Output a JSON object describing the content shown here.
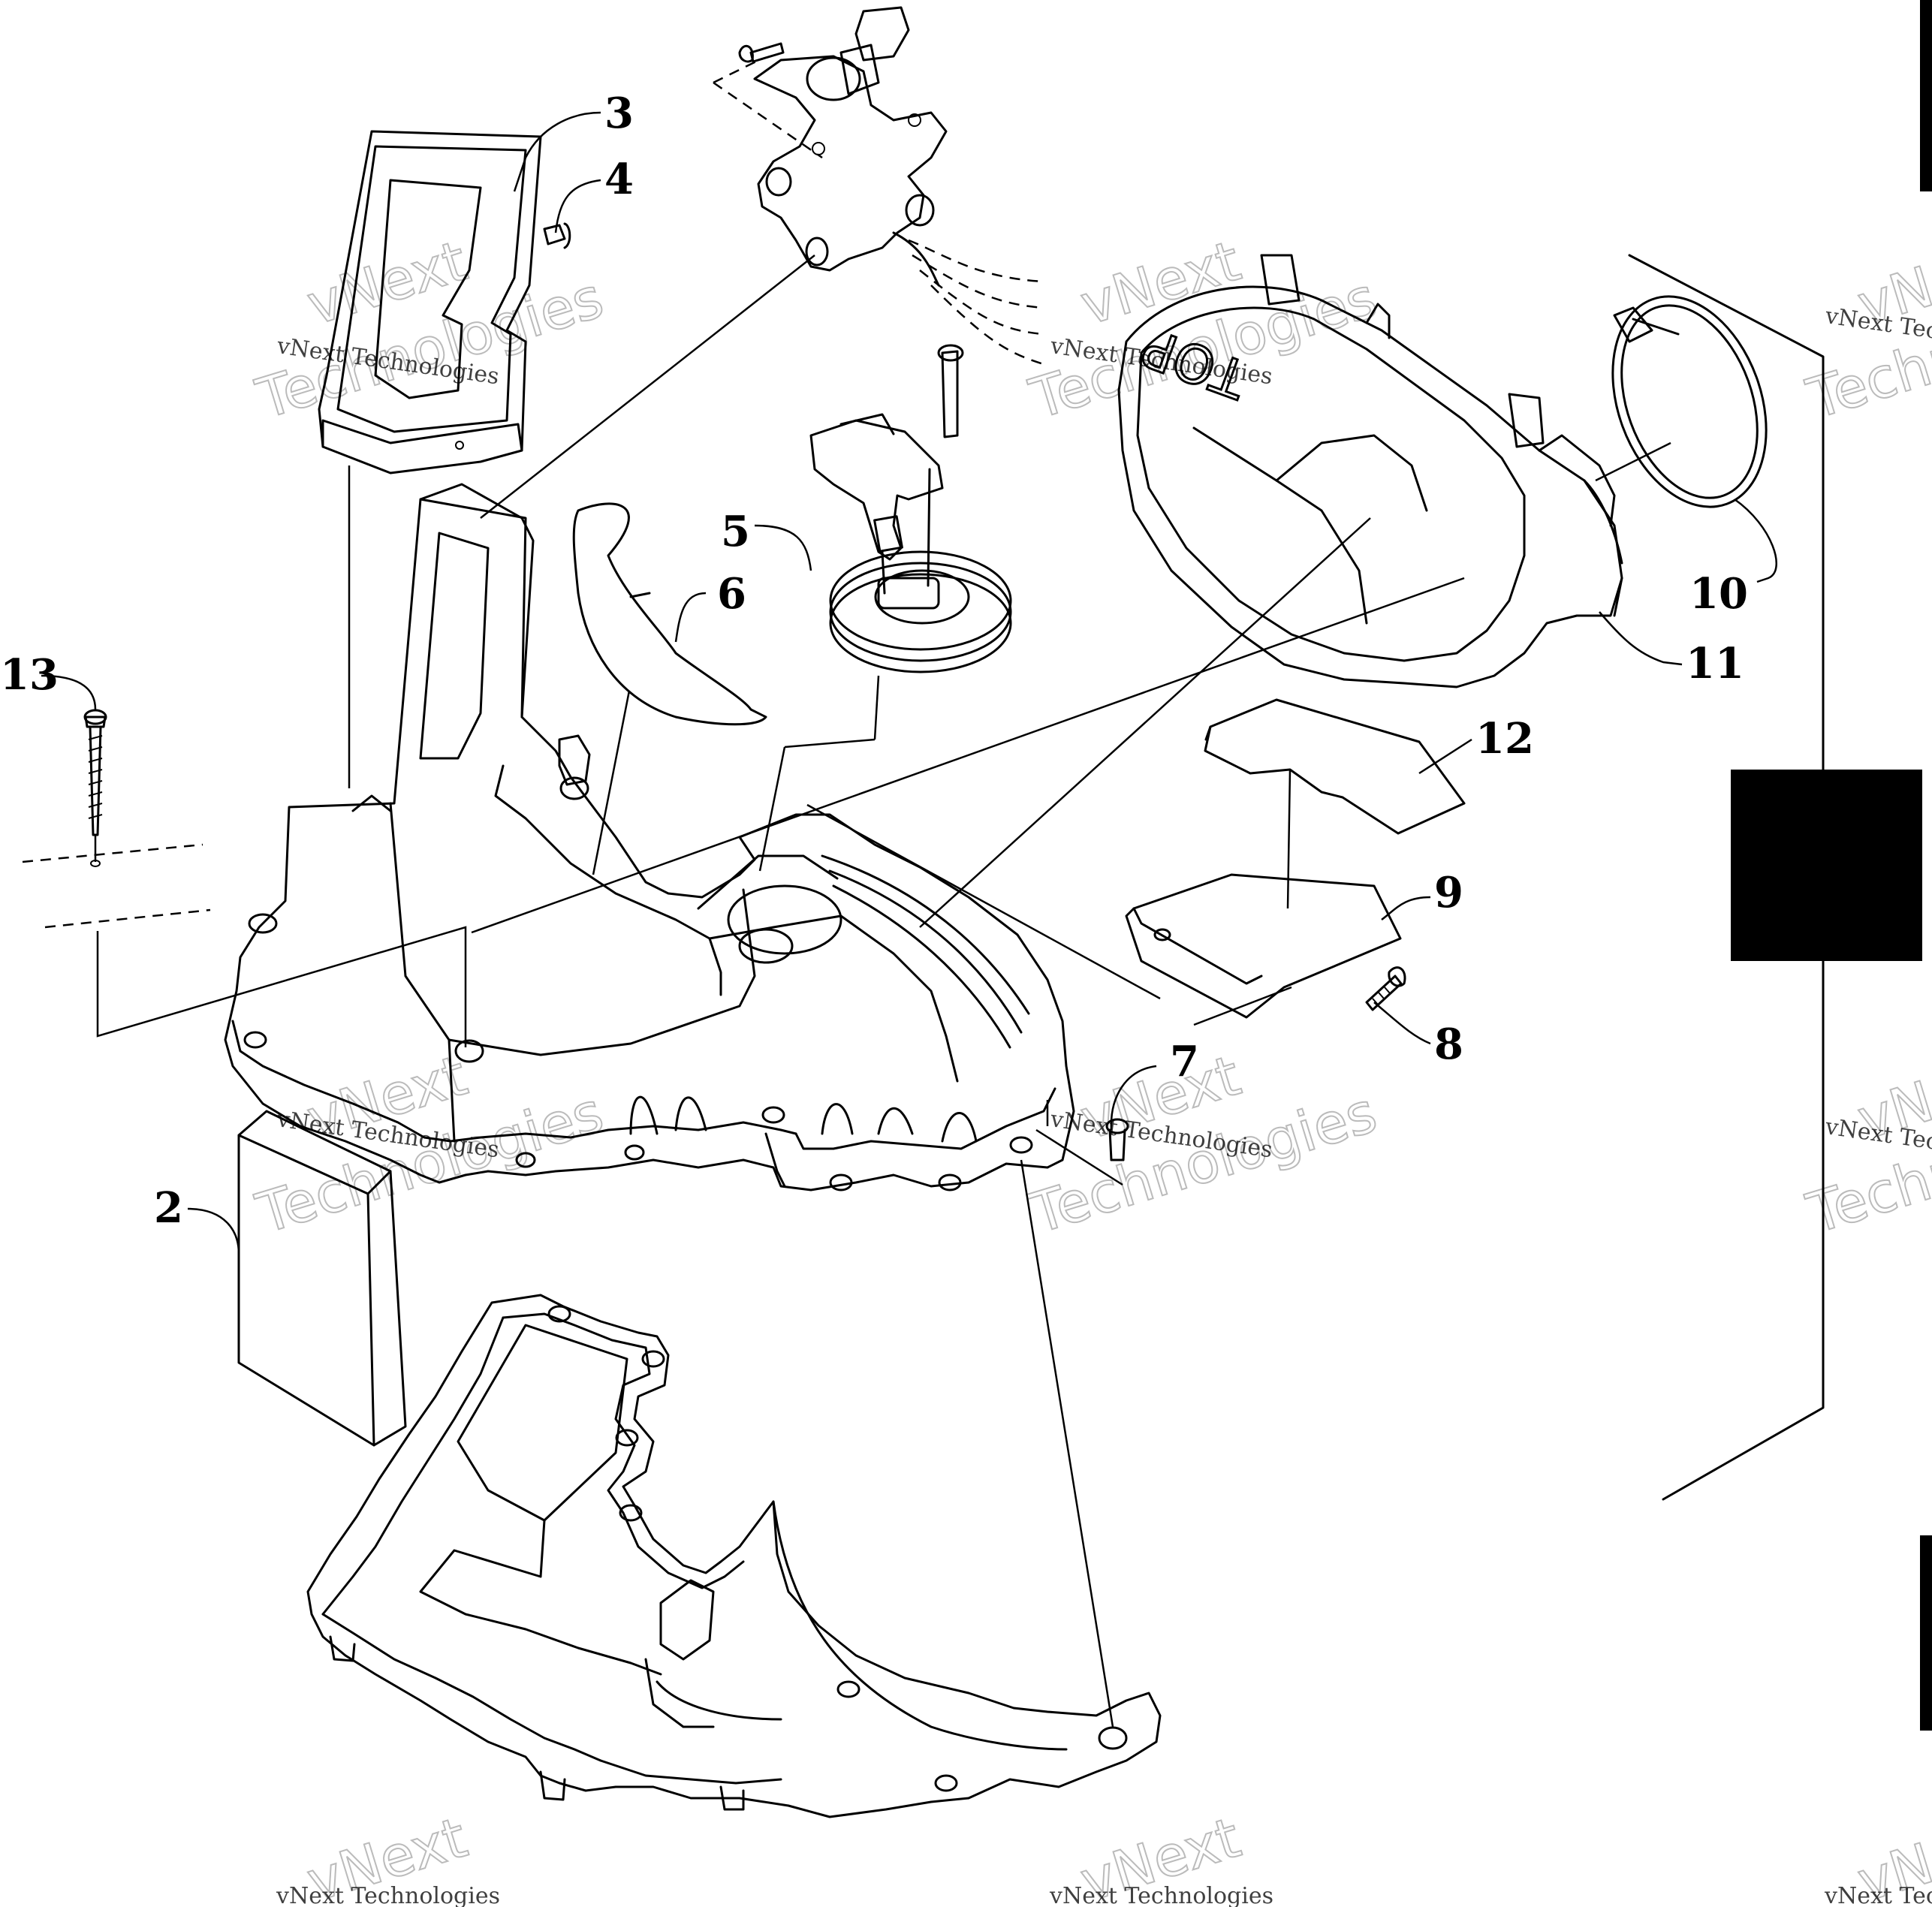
{
  "callouts": [
    {
      "id": "c2",
      "text": "2"
    },
    {
      "id": "c3",
      "text": "3"
    },
    {
      "id": "c4",
      "text": "4"
    },
    {
      "id": "c5",
      "text": "5"
    },
    {
      "id": "c6",
      "text": "6"
    },
    {
      "id": "c7",
      "text": "7"
    },
    {
      "id": "c8",
      "text": "8"
    },
    {
      "id": "c9",
      "text": "9"
    },
    {
      "id": "c10",
      "text": "10"
    },
    {
      "id": "c11",
      "text": "11"
    },
    {
      "id": "c12",
      "text": "12"
    },
    {
      "id": "c13",
      "text": "13"
    }
  ],
  "embossed_text": "TOP",
  "watermark": {
    "company": "vNext Technologies",
    "brand_top": "vNext",
    "brand_bottom": "Technologies"
  }
}
